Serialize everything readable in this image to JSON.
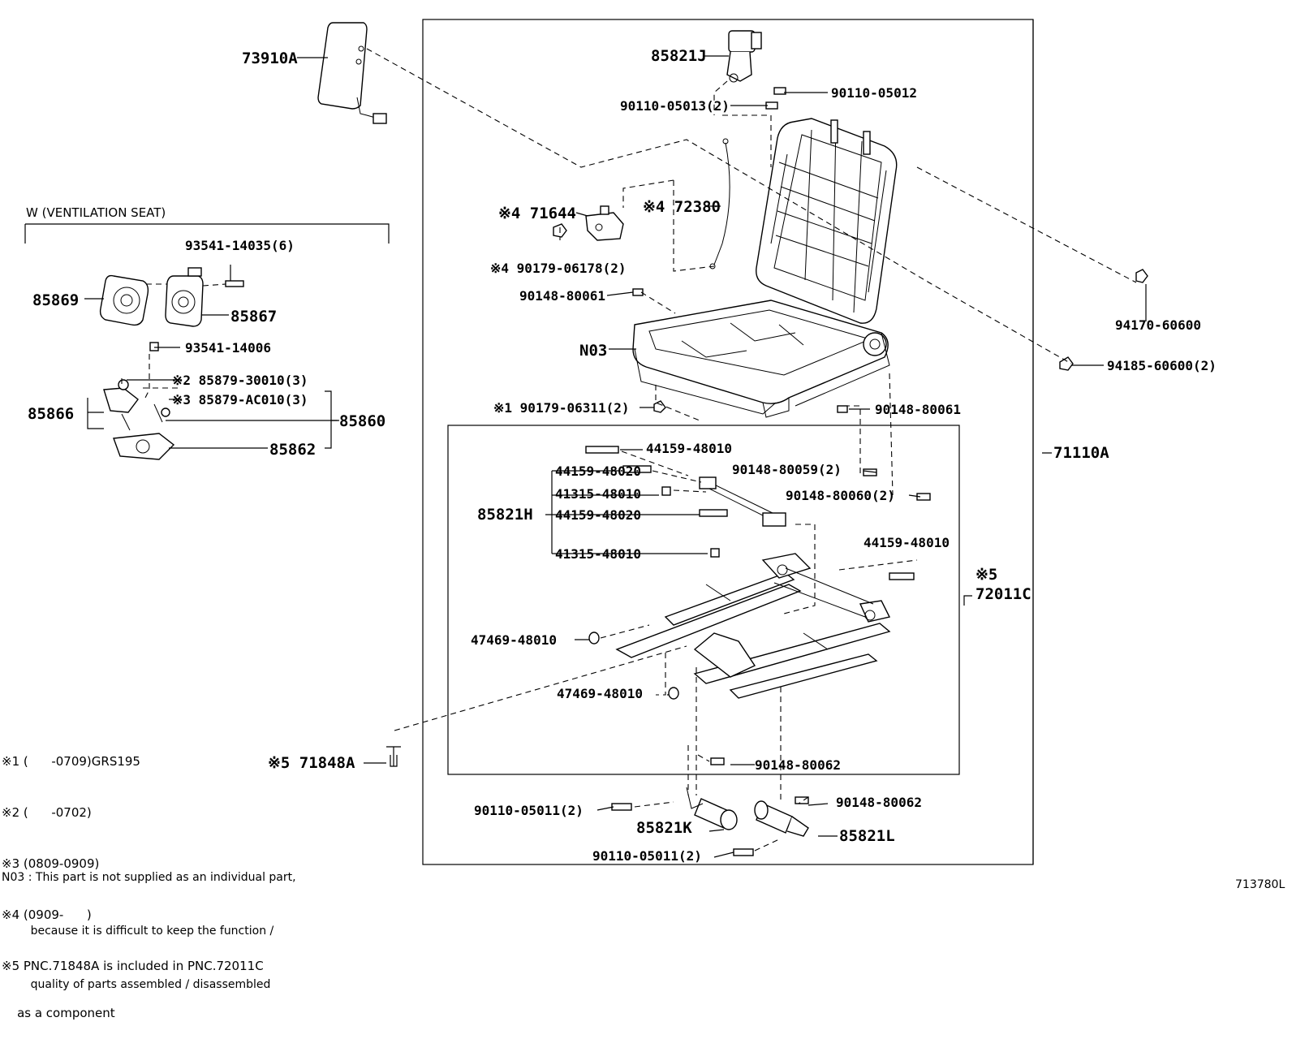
{
  "diagram": {
    "drawing_id": "713780L",
    "group_title": "W (VENTILATION  SEAT)",
    "labels": {
      "p73910A": "73910A",
      "p85821J": "85821J",
      "p90110_05012": "90110-05012",
      "p90110_05013": "90110-05013(2)",
      "p71644": "※4 71644",
      "p72380": "※4 72380",
      "p90179_06178": "※4 90179-06178(2)",
      "p90148_80061a": "90148-80061",
      "pN03": "N03",
      "p90179_06311": "※1 90179-06311(2)",
      "p90148_80061b": "90148-80061",
      "p94170": "94170-60600",
      "p94185": "94185-60600(2)",
      "p71110A": "71110A",
      "p93541_14035": "93541-14035(6)",
      "p85869": "85869",
      "p85867": "85867",
      "p93541_14006": "93541-14006",
      "p85879_30010": "※2 85879-30010(3)",
      "p85879_AC010": "※3 85879-AC010(3)",
      "p85866": "85866",
      "p85860": "85860",
      "p85862": "85862",
      "p44159_48010a": "44159-48010",
      "p44159_48020a": "44159-48020",
      "p41315_48010a": "41315-48010",
      "p85821H": "85821H",
      "p44159_48020b": "44159-48020",
      "p41315_48010b": "41315-48010",
      "p90148_80059": "90148-80059(2)",
      "p90148_80060": "90148-80060(2)",
      "p44159_48010b": "44159-48010",
      "p5mark": "※5",
      "p72011C": "72011C",
      "p47469_a": "47469-48010",
      "p47469_b": "47469-48010",
      "p90148_80062a": "90148-80062",
      "p71848A": "※5 71848A",
      "p90110_05011a": "90110-05011(2)",
      "p85821K": "85821K",
      "p90148_80062b": "90148-80062",
      "p85821L": "85821L",
      "p90110_05011b": "90110-05011(2)"
    },
    "notes": [
      "※1 (      -0709)GRS195",
      "※2 (      -0702)",
      "※3 (0809-0909)",
      "※4 (0909-      )",
      "※5 PNC.71848A is included in PNC.72011C",
      "    as a component"
    ],
    "footnote": [
      "N03 : This part is not supplied as an individual part,",
      "        because it is difficult to keep the function /",
      "        quality of parts assembled / disassembled"
    ]
  }
}
